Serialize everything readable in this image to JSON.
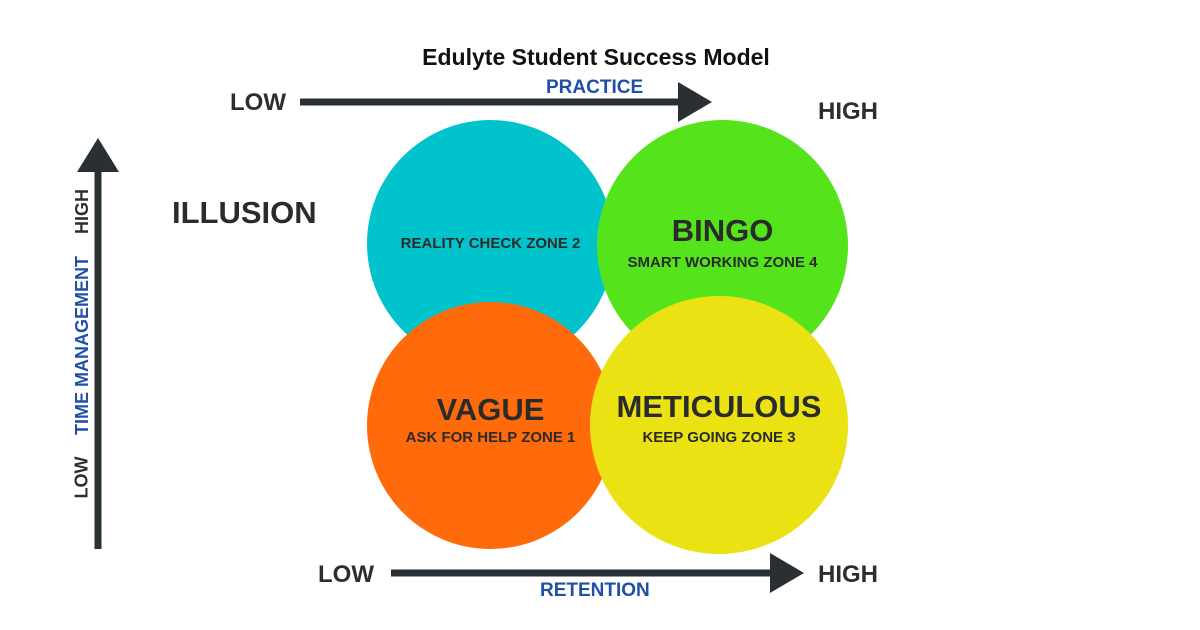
{
  "title": "Edulyte Student Success  Model",
  "top_axis": {
    "low": "LOW",
    "name": "PRACTICE",
    "high": "HIGH"
  },
  "bottom_axis": {
    "low": "LOW",
    "name": "RETENTION",
    "high": "HIGH"
  },
  "left_axis": {
    "low": "LOW",
    "name": "TIME MANAGEMENT",
    "high": "HIGH"
  },
  "outside_label": "ILLUSION",
  "zones": {
    "top_left": {
      "title": "",
      "subtitle": "REALITY CHECK ZONE 2",
      "color": "#00c3cb"
    },
    "top_right": {
      "title": "BINGO",
      "subtitle": "SMART WORKING ZONE 4",
      "color": "#55e41c"
    },
    "bottom_left": {
      "title": "VAGUE",
      "subtitle": "ASK FOR HELP ZONE 1",
      "color": "#ff6a0a"
    },
    "bottom_right": {
      "title": "METICULOUS",
      "subtitle": "KEEP GOING ZONE 3",
      "color": "#ebe214"
    }
  },
  "colors": {
    "arrow": "#2a2f33",
    "axis_name": "#1f4fa8"
  }
}
